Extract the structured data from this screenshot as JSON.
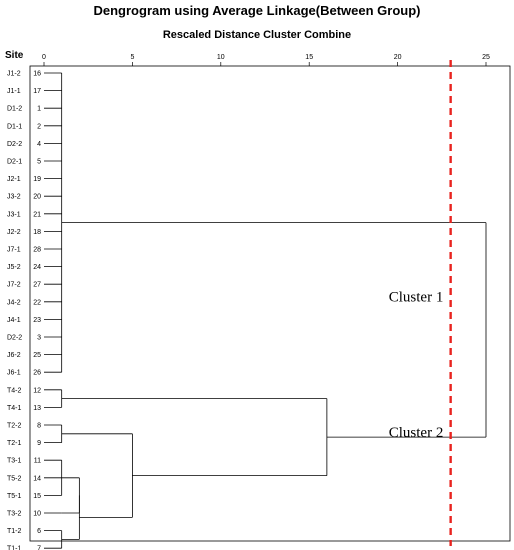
{
  "chart_data": {
    "type": "dendrogram",
    "title": "Dengrogram using Average Linkage(Between Group)",
    "subtitle": "Rescaled Distance Cluster Combine",
    "row_header": "Site",
    "xlim": [
      0,
      25
    ],
    "xticks": [
      0,
      5,
      10,
      15,
      20,
      25
    ],
    "cut_line": {
      "x": 23,
      "color": "#e8231f"
    },
    "leaves": [
      {
        "site": "J1-2",
        "id": "16"
      },
      {
        "site": "J1-1",
        "id": "17"
      },
      {
        "site": "D1-2",
        "id": "1"
      },
      {
        "site": "D1-1",
        "id": "2"
      },
      {
        "site": "D2-2",
        "id": "4"
      },
      {
        "site": "D2-1",
        "id": "5"
      },
      {
        "site": "J2-1",
        "id": "19"
      },
      {
        "site": "J3-2",
        "id": "20"
      },
      {
        "site": "J3-1",
        "id": "21"
      },
      {
        "site": "J2-2",
        "id": "18"
      },
      {
        "site": "J7-1",
        "id": "28"
      },
      {
        "site": "J5-2",
        "id": "24"
      },
      {
        "site": "J7-2",
        "id": "27"
      },
      {
        "site": "J4-2",
        "id": "22"
      },
      {
        "site": "J4-1",
        "id": "23"
      },
      {
        "site": "D2-2",
        "id": "3"
      },
      {
        "site": "J6-2",
        "id": "25"
      },
      {
        "site": "J6-1",
        "id": "26"
      },
      {
        "site": "T4-2",
        "id": "12"
      },
      {
        "site": "T4-1",
        "id": "13"
      },
      {
        "site": "T2-2",
        "id": "8"
      },
      {
        "site": "T2-1",
        "id": "9"
      },
      {
        "site": "T3-1",
        "id": "11"
      },
      {
        "site": "T5-2",
        "id": "14"
      },
      {
        "site": "T5-1",
        "id": "15"
      },
      {
        "site": "T3-2",
        "id": "10"
      },
      {
        "site": "T1-2",
        "id": "6"
      },
      {
        "site": "T1-1",
        "id": "7"
      }
    ],
    "merges": [
      {
        "members": [
          0,
          17
        ],
        "height": 1
      },
      {
        "members": [
          18,
          19
        ],
        "height": 1
      },
      {
        "members": [
          20,
          21
        ],
        "height": 1
      },
      {
        "members": [
          22,
          23,
          24
        ],
        "height": 1
      },
      {
        "members": [
          26,
          27
        ],
        "height": 1
      },
      {
        "members": [
          [
            22,
            24
          ],
          25
        ],
        "height": 2
      },
      {
        "members": [
          [
            22,
            25
          ],
          [
            26,
            27
          ]
        ],
        "height": 2
      },
      {
        "members": [
          [
            20,
            21
          ],
          [
            22,
            27
          ]
        ],
        "height": 5
      },
      {
        "members": [
          [
            18,
            19
          ],
          [
            20,
            27
          ]
        ],
        "height": 16
      },
      {
        "members": [
          [
            0,
            17
          ],
          [
            18,
            27
          ]
        ],
        "height": 25
      }
    ],
    "annotations": [
      {
        "text": "Cluster 1",
        "x": 19.5,
        "row": 12.7
      },
      {
        "text": "Cluster 2",
        "x": 19.5,
        "row": 20.4
      }
    ]
  }
}
